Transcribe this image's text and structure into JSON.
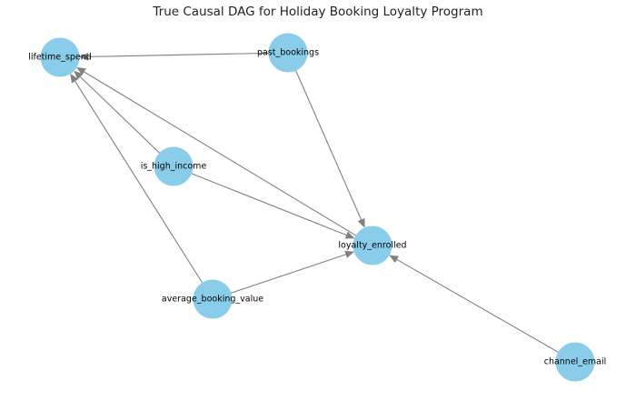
{
  "title": "True Causal DAG for Holiday Booking Loyalty Program",
  "colors": {
    "node_fill": "#89CDEB",
    "node_stroke": "#89CDEB",
    "edge": "#808080",
    "text": "#000000"
  },
  "nodes": [
    {
      "id": "lifetime_spend",
      "label": "lifetime_spend"
    },
    {
      "id": "past_bookings",
      "label": "past_bookings"
    },
    {
      "id": "is_high_income",
      "label": "is_high_income"
    },
    {
      "id": "loyalty_enrolled",
      "label": "loyalty_enrolled"
    },
    {
      "id": "average_booking_value",
      "label": "average_booking_value"
    },
    {
      "id": "channel_email",
      "label": "channel_email"
    }
  ],
  "edges": [
    {
      "from": "past_bookings",
      "to": "lifetime_spend"
    },
    {
      "from": "past_bookings",
      "to": "loyalty_enrolled"
    },
    {
      "from": "is_high_income",
      "to": "lifetime_spend"
    },
    {
      "from": "is_high_income",
      "to": "loyalty_enrolled"
    },
    {
      "from": "loyalty_enrolled",
      "to": "lifetime_spend"
    },
    {
      "from": "average_booking_value",
      "to": "lifetime_spend"
    },
    {
      "from": "average_booking_value",
      "to": "loyalty_enrolled"
    },
    {
      "from": "channel_email",
      "to": "loyalty_enrolled"
    }
  ]
}
